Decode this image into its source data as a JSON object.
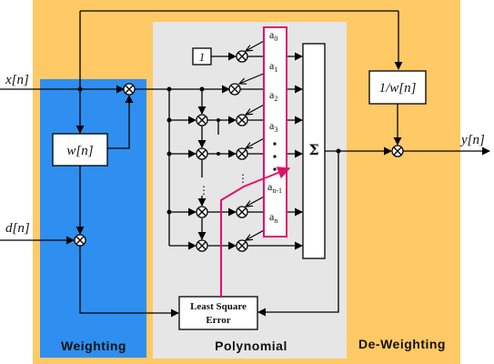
{
  "signals": {
    "input": "x[n]",
    "desired": "d[n]",
    "output": "y[n]"
  },
  "blocks": {
    "weight": "w[n]",
    "inverse_weight": "1/w[n]",
    "constant_one": "1",
    "sum_symbol": "Σ",
    "lse_line1": "Least Square",
    "lse_line2": "Error"
  },
  "coefficients": [
    {
      "base": "a",
      "sub": "0"
    },
    {
      "base": "a",
      "sub": "1"
    },
    {
      "base": "a",
      "sub": "2"
    },
    {
      "base": "a",
      "sub": "3"
    },
    {
      "base": "a",
      "sub": "n-1"
    },
    {
      "base": "a",
      "sub": "n"
    }
  ],
  "regions": {
    "weighting": "Weighting",
    "polynomial": "Polynomial",
    "deweighting": "De-Weighting"
  },
  "colors": {
    "orange_bg": "#FFC966",
    "blue_bg": "#2E8FF0",
    "gray_bg": "#E6E6E6",
    "accent_magenta": "#E0106A",
    "line": "#000000"
  }
}
